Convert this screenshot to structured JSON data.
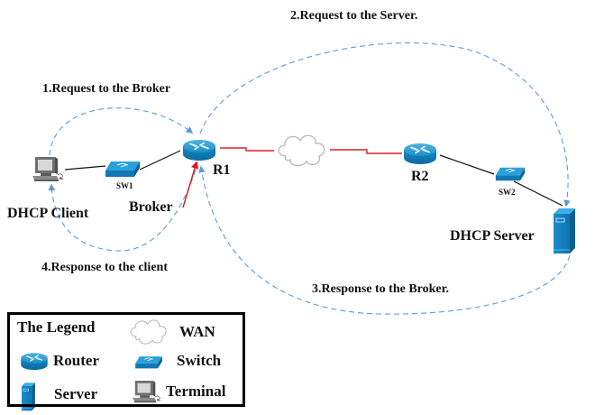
{
  "diagram": {
    "steps": [
      {
        "id": "step1",
        "label": "1.Request to the Broker"
      },
      {
        "id": "step2",
        "label": "2.Request to the Server."
      },
      {
        "id": "step3",
        "label": "3.Response to the Broker."
      },
      {
        "id": "step4",
        "label": "4.Response to the client"
      }
    ],
    "nodes": {
      "dhcp_client": {
        "label": "DHCP Client",
        "type": "terminal"
      },
      "sw1": {
        "label": "SW1",
        "type": "switch"
      },
      "r1": {
        "label": "R1",
        "type": "router"
      },
      "broker": {
        "label": "Broker",
        "type": "annotation"
      },
      "wan": {
        "type": "wan"
      },
      "r2": {
        "label": "R2",
        "type": "router"
      },
      "sw2": {
        "label": "SW2",
        "type": "switch"
      },
      "dhcp_server": {
        "label": "DHCP Server",
        "type": "server"
      }
    },
    "links": [
      {
        "from": "dhcp_client",
        "to": "sw1",
        "style": "black-solid"
      },
      {
        "from": "sw1",
        "to": "r1",
        "style": "black-solid"
      },
      {
        "from": "r1",
        "to": "wan",
        "style": "red-serial"
      },
      {
        "from": "wan",
        "to": "r2",
        "style": "red-serial"
      },
      {
        "from": "r2",
        "to": "sw2",
        "style": "black-solid"
      },
      {
        "from": "sw2",
        "to": "dhcp_server",
        "style": "black-solid"
      }
    ],
    "flows": [
      {
        "step": 1,
        "from": "dhcp_client",
        "to": "r1",
        "style": "blue-dashed"
      },
      {
        "step": 2,
        "from": "r1",
        "to": "dhcp_server",
        "style": "blue-dashed"
      },
      {
        "step": 3,
        "from": "dhcp_server",
        "to": "r1",
        "style": "blue-dashed"
      },
      {
        "step": 4,
        "from": "r1",
        "to": "dhcp_client",
        "style": "blue-dashed"
      }
    ],
    "broker_pointer": {
      "from": "broker",
      "to": "r1",
      "color": "#e8141b"
    }
  },
  "legend": {
    "title": "The Legend",
    "items": [
      {
        "icon": "wan-cloud-icon",
        "label": "WAN"
      },
      {
        "icon": "router-icon",
        "label": "Router"
      },
      {
        "icon": "switch-icon",
        "label": "Switch"
      },
      {
        "icon": "server-icon",
        "label": "Server"
      },
      {
        "icon": "terminal-icon",
        "label": "Terminal"
      }
    ]
  },
  "colors": {
    "flow_dashed": "#5b9bd5",
    "serial_link": "#d9232a",
    "device_blue": "#1b8fc8",
    "device_dark_blue": "#0d6fa6",
    "broker_arrow": "#e8141b",
    "ethernet_link": "#111111"
  }
}
